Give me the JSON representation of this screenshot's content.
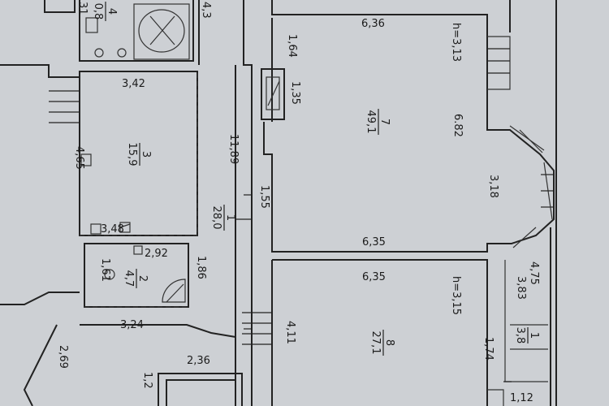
{
  "rooms": [
    {
      "id": "r1",
      "number": "1",
      "area": "28,0"
    },
    {
      "id": "r2",
      "number": "2",
      "area": "4,7"
    },
    {
      "id": "r3",
      "number": "3",
      "area": "15,9"
    },
    {
      "id": "r4",
      "number": "4",
      "area": "0,8"
    },
    {
      "id": "r7",
      "number": "7",
      "area": "49,1"
    },
    {
      "id": "r8",
      "number": "8",
      "area": "27,1"
    },
    {
      "id": "rsm",
      "number": "1",
      "area": "3,8"
    }
  ],
  "dimensions": {
    "d_3_42": "3,42",
    "d_4_65": "4,65",
    "d_3_48": "3,48",
    "d_2_92": "2,92",
    "d_1_61": "1,61",
    "d_3_24": "3,24",
    "d_1_86": "1,86",
    "d_11_89": "11,89",
    "d_1_64": "1,64",
    "d_1_35": "1,35",
    "d_1_55": "1,55",
    "d_6_36": "6,36",
    "d_h_3_13": "h=3,13",
    "d_6_82": "6.82",
    "d_3_18": "3,18",
    "d_6_35a": "6,35",
    "d_6_35b": "6,35",
    "d_h_3_15": "h=3,15",
    "d_4_11": "4,11",
    "d_4_75": "4,75",
    "d_3_83": "3,83",
    "d_1_74": "1,74",
    "d_1_12": "1,12",
    "d_2_36": "2,36",
    "d_2_69": "2,69",
    "d_1_2": "1,2",
    "d_31": "31",
    "d_4_3": "4,3"
  }
}
